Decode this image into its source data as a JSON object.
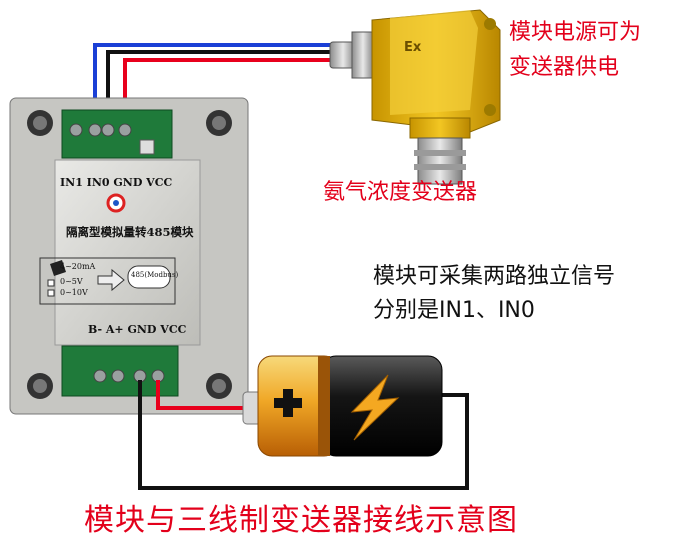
{
  "notes": {
    "power_line1": "模块电源可为",
    "power_line2": "变送器供电",
    "transmitter_name": "氨气浓度变送器",
    "signal_line1": "模块可采集两路独立信号",
    "signal_line2": "分别是IN1、IN0"
  },
  "module": {
    "top_terminals": "IN1 IN0 GND VCC",
    "title": "隔离型模拟量转485模块",
    "inputs": [
      "4~20mA",
      "0~5V",
      "0~10V"
    ],
    "output": "485(Modbus)",
    "bottom_terminals": "B-  A+ GND VCC"
  },
  "transmitter": {
    "badge": "Ex"
  },
  "caption": "模块与三线制变送器接线示意图",
  "colors": {
    "accent_red": "#e3001b",
    "wire_blue": "#1a3fd6",
    "wire_red": "#e8001c",
    "wire_black": "#111111",
    "housing_yellow": "#e6b400"
  }
}
